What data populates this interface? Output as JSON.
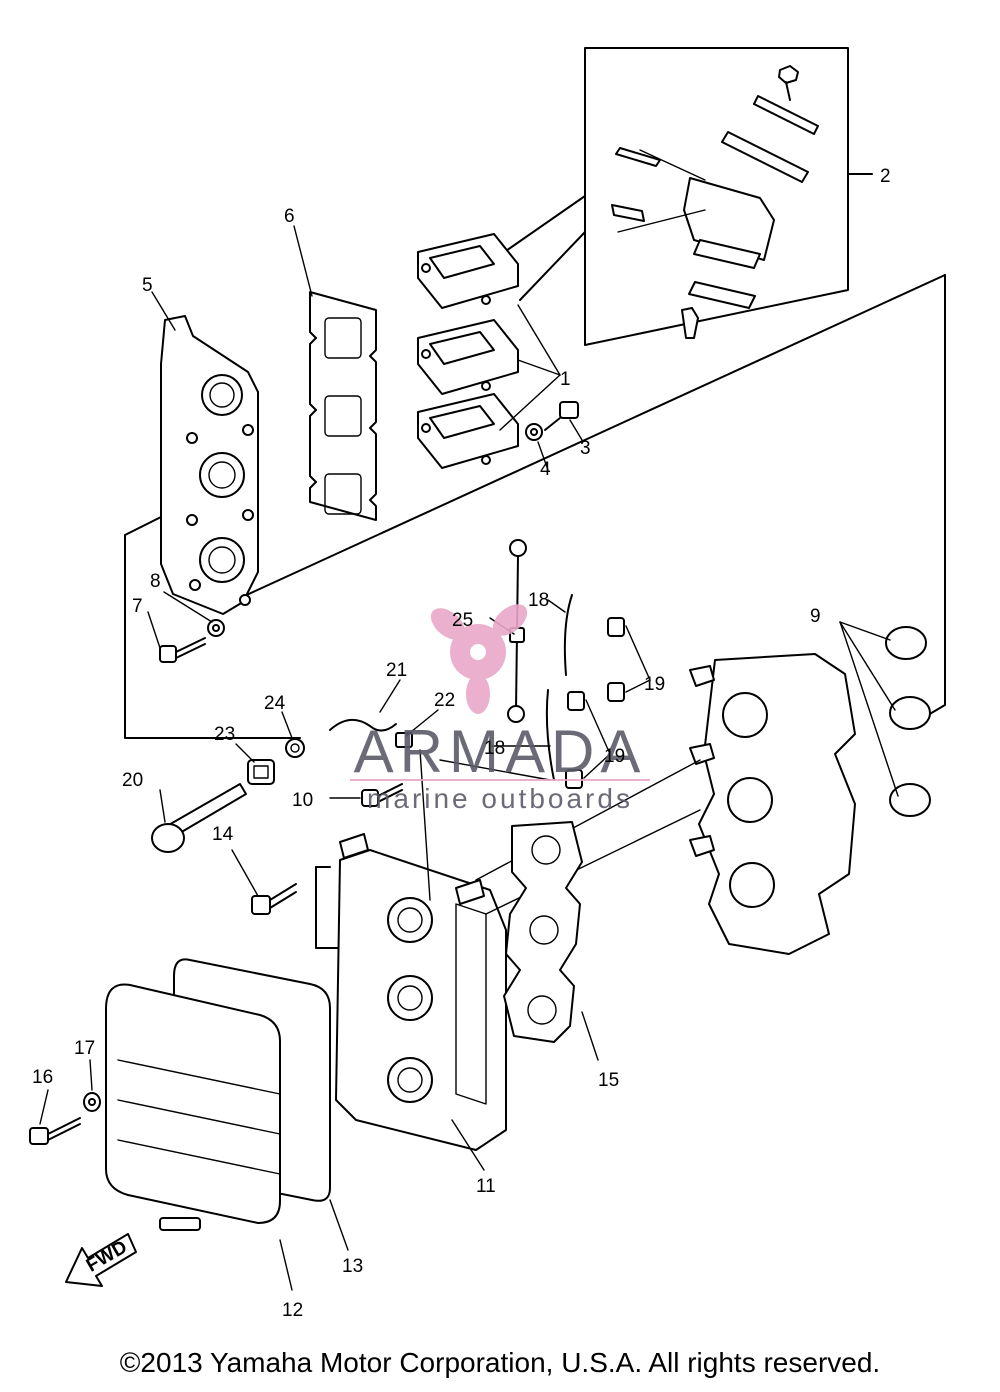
{
  "callouts": [
    {
      "id": "1",
      "text": "1"
    },
    {
      "id": "2",
      "text": "2"
    },
    {
      "id": "3",
      "text": "3"
    },
    {
      "id": "4",
      "text": "4"
    },
    {
      "id": "5",
      "text": "5"
    },
    {
      "id": "6",
      "text": "6"
    },
    {
      "id": "7",
      "text": "7"
    },
    {
      "id": "8",
      "text": "8"
    },
    {
      "id": "9",
      "text": "9"
    },
    {
      "id": "10",
      "text": "10"
    },
    {
      "id": "11",
      "text": "11"
    },
    {
      "id": "12",
      "text": "12"
    },
    {
      "id": "13",
      "text": "13"
    },
    {
      "id": "14",
      "text": "14"
    },
    {
      "id": "15",
      "text": "15"
    },
    {
      "id": "16",
      "text": "16"
    },
    {
      "id": "17",
      "text": "17"
    },
    {
      "id": "18a",
      "text": "18"
    },
    {
      "id": "18b",
      "text": "18"
    },
    {
      "id": "19a",
      "text": "19"
    },
    {
      "id": "19b",
      "text": "19"
    },
    {
      "id": "20",
      "text": "20"
    },
    {
      "id": "21",
      "text": "21"
    },
    {
      "id": "22",
      "text": "22"
    },
    {
      "id": "23",
      "text": "23"
    },
    {
      "id": "24",
      "text": "24"
    },
    {
      "id": "25",
      "text": "25"
    }
  ],
  "fwd_label": "FWD",
  "watermark": {
    "brand": "ARMADA",
    "tagline": "marine outboards",
    "logo_color": "#e8a8c8",
    "text_color": "#5c5c6a"
  },
  "copyright": "©2013 Yamaha Motor Corporation, U.S.A. All rights reserved."
}
